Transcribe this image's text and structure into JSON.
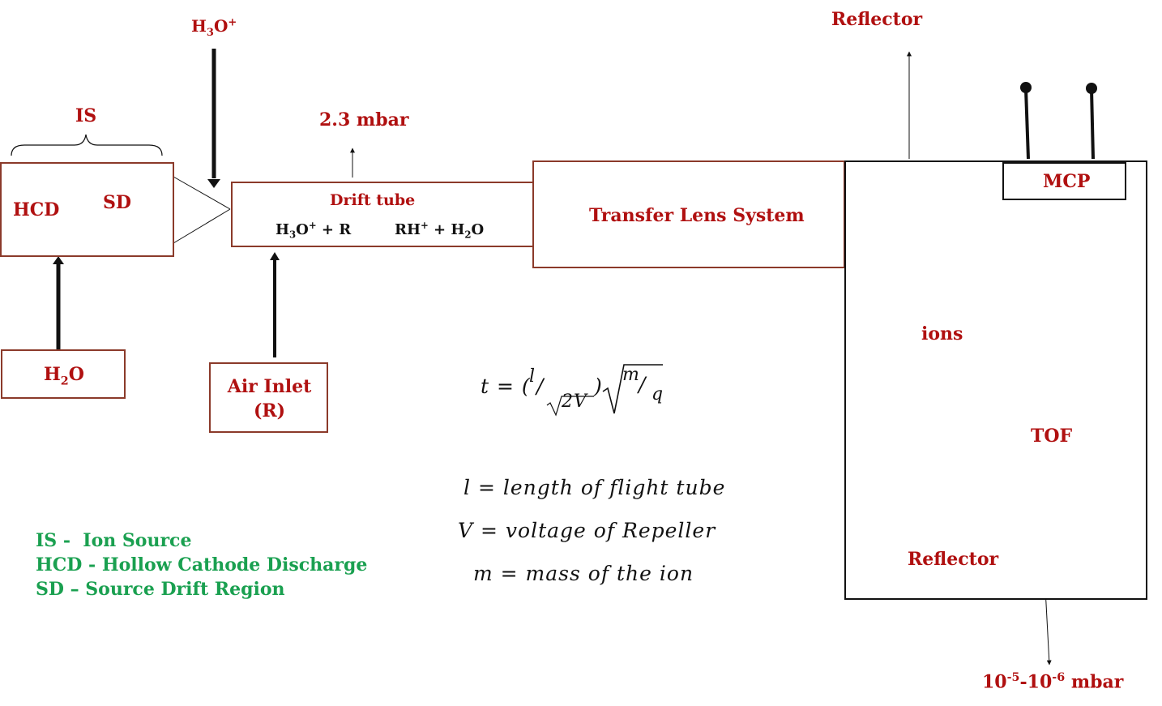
{
  "labels": {
    "h3o_top": "H3O+",
    "is": "IS",
    "hcd": "HCD",
    "sd": "SD",
    "h2o": "H2O",
    "air_inlet_line1": "Air Inlet",
    "air_inlet_line2": "(R)",
    "pressure_drift": "2.3 mbar",
    "drift_tube": "Drift tube",
    "transfer_lens": "Transfer Lens System",
    "reflector_top": "Reflector",
    "mcp": "MCP",
    "ions": "ions",
    "tof": "TOF",
    "reflector_bottom": "Reflector",
    "pressure_tof_base": "10",
    "pressure_tof_exp1": "-5",
    "pressure_tof_mid": "-10",
    "pressure_tof_exp2": "-6",
    "pressure_tof_unit": " mbar"
  },
  "reaction": {
    "left_a": "H",
    "left_a_sub": "3",
    "left_b": "O",
    "left_b_sup": "+",
    "left_c": " + R",
    "right_a": "RH",
    "right_a_sup": "+",
    "right_b": " + H",
    "right_b_sub": "2",
    "right_c": "O"
  },
  "equation": {
    "lhs": "t = (",
    "num": "l",
    "den": "2V",
    "close": ")",
    "m": "m",
    "q": "q"
  },
  "definitions": [
    "l = length of flight tube",
    "V = voltage of Repeller",
    "m = mass of the ion"
  ],
  "legend": [
    "IS -  Ion Source",
    "HCD - Hollow Cathode Discharge",
    "SD – Source Drift Region"
  ],
  "colors": {
    "label_red": "#b01010",
    "legend_green": "#1aa050",
    "box_border": "#8b3a2a",
    "ion_red": "#e8141c",
    "ion_green": "#7dc843",
    "path_red": "#c01818",
    "path_green": "#20a050"
  }
}
